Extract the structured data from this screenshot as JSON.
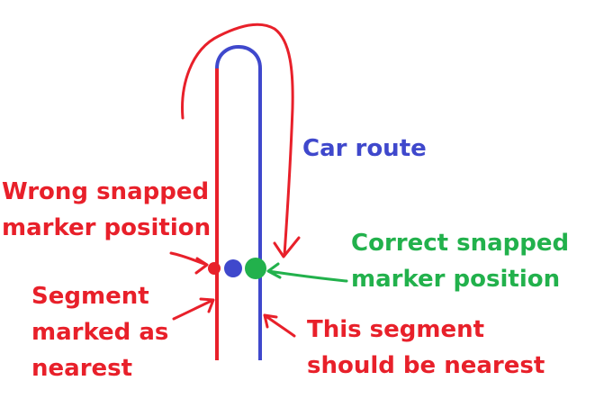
{
  "labels": {
    "car_route": "Car route",
    "wrong_snapped": [
      "Wrong snapped",
      "marker position"
    ],
    "correct_snapped": [
      "Correct snapped",
      "marker position"
    ],
    "segment_marked": [
      "Segment",
      "marked as",
      "nearest"
    ],
    "should_be_nearest": [
      "This segment",
      "should be nearest"
    ]
  },
  "colors": {
    "red": "#e8202a",
    "blue": "#3f48cc",
    "green": "#22b14c",
    "background": "#ffffff"
  }
}
